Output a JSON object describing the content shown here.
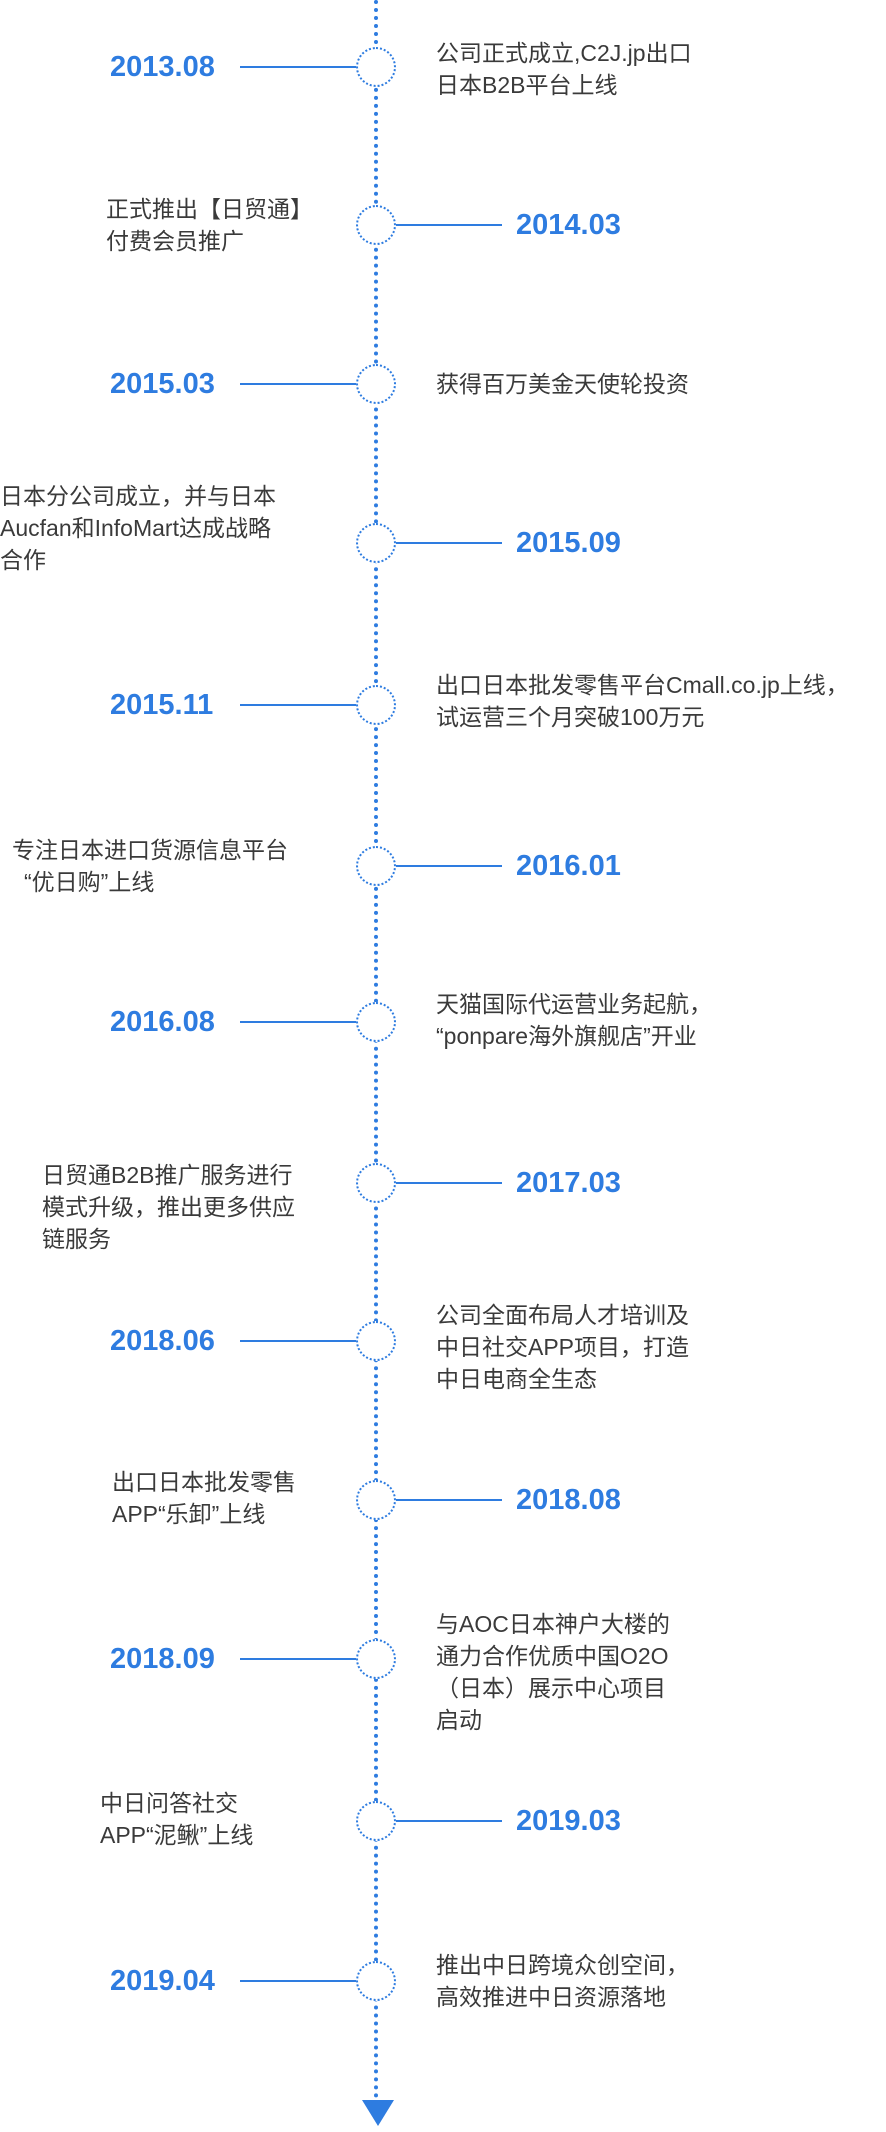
{
  "events": [
    {
      "year": "2013.08",
      "lines": [
        "公司正式成立,C2J.jp出口",
        "日本B2B平台上线"
      ]
    },
    {
      "year": "2014.03",
      "lines": [
        "正式推出【日贸通】",
        "付费会员推广"
      ]
    },
    {
      "year": "2015.03",
      "lines": [
        "获得百万美金天使轮投资"
      ]
    },
    {
      "year": "2015.09",
      "lines": [
        "日本分公司成立，并与日本",
        "Aucfan和InfoMart达成战略",
        "合作"
      ]
    },
    {
      "year": "2015.11",
      "lines": [
        "出口日本批发零售平台Cmall.co.jp上线，",
        "试运营三个月突破100万元"
      ]
    },
    {
      "year": "2016.01",
      "lines": [
        "专注日本进口货源信息平台",
        "“优日购”上线"
      ]
    },
    {
      "year": "2016.08",
      "lines": [
        "天猫国际代运营业务起航，",
        "“ponpare海外旗舰店”开业"
      ]
    },
    {
      "year": "2017.03",
      "lines": [
        "日贸通B2B推广服务进行",
        "模式升级，推出更多供应",
        "链服务"
      ]
    },
    {
      "year": "2018.06",
      "lines": [
        "公司全面布局人才培训及",
        "中日社交APP项目，打造",
        "中日电商全生态"
      ]
    },
    {
      "year": "2018.08",
      "lines": [
        "出口日本批发零售",
        "APP“乐卸”上线"
      ]
    },
    {
      "year": "2018.09",
      "lines": [
        "与AOC日本神户大楼的",
        "通力合作优质中国O2O",
        "（日本）展示中心项目",
        "启动"
      ]
    },
    {
      "year": "2019.03",
      "lines": [
        "中日问答社交",
        "APP“泥鳅”上线"
      ]
    },
    {
      "year": "2019.04",
      "lines": [
        "推出中日跨境众创空间，",
        "高效推进中日资源落地"
      ]
    }
  ]
}
